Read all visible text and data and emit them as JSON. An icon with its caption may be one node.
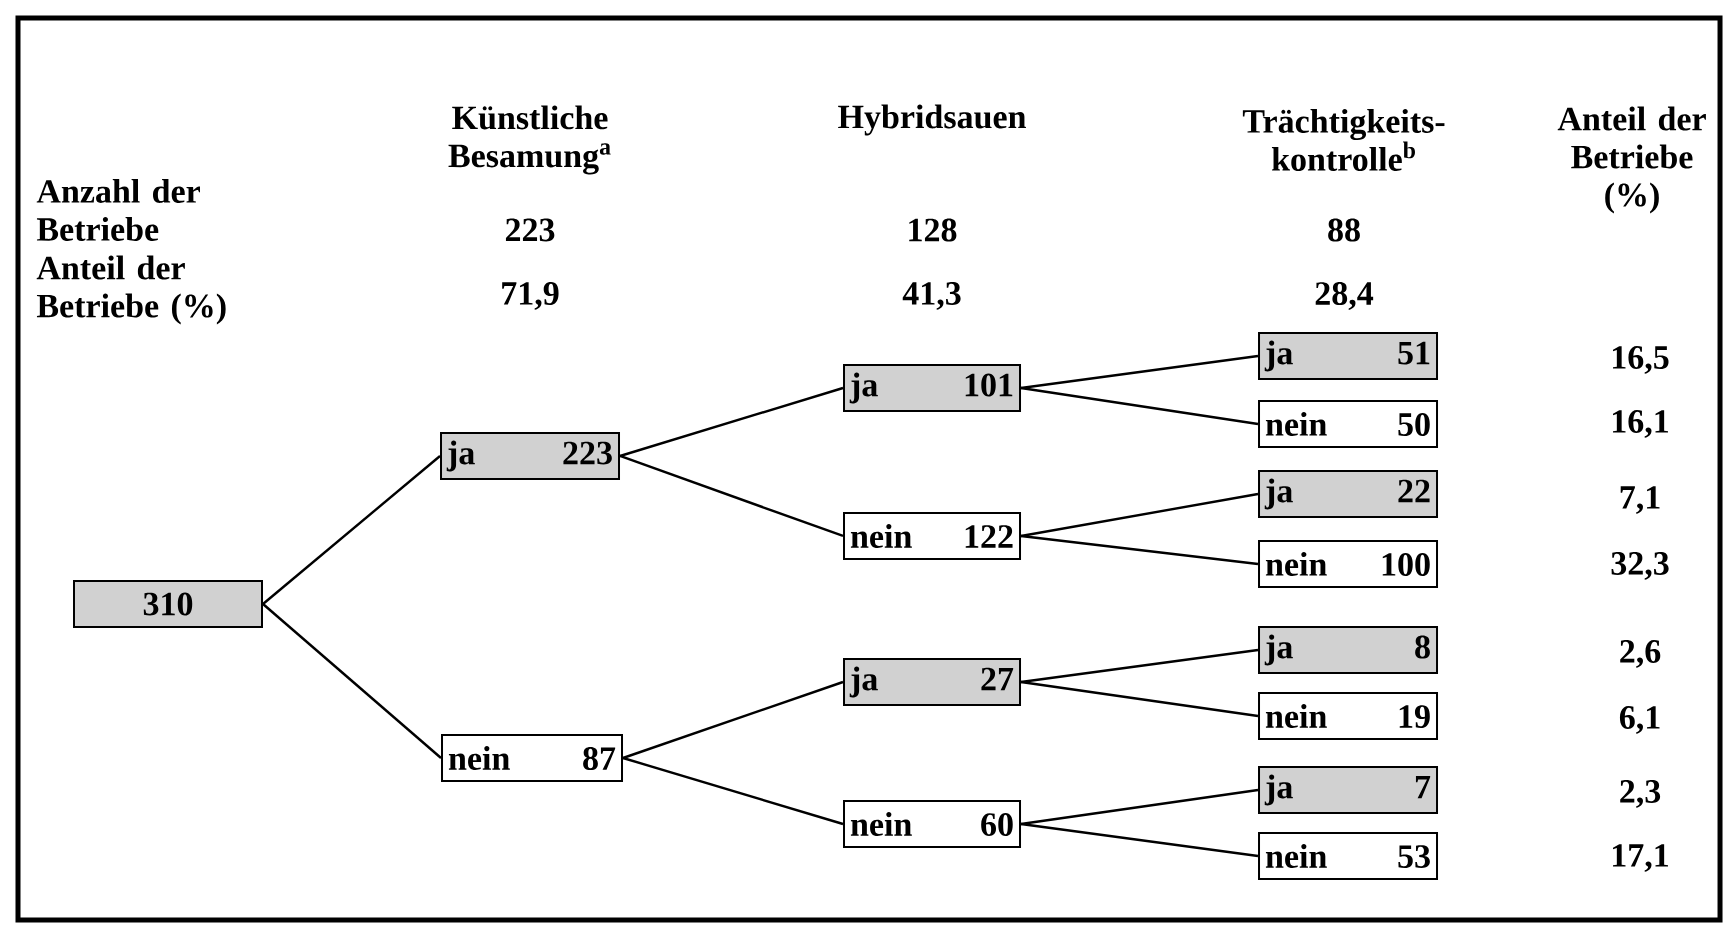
{
  "diagram": {
    "nodes": [
      {
        "text": [
          "310"
        ]
      },
      {
        "text": [
          "ja",
          "223"
        ]
      },
      {
        "text": [
          "nein",
          "87"
        ]
      },
      {
        "text": [
          "ja",
          "101"
        ]
      },
      {
        "text": [
          "nein",
          "122"
        ]
      },
      {
        "text": [
          "ja",
          "27"
        ]
      },
      {
        "text": [
          "nein",
          "60"
        ]
      },
      {
        "text": [
          "ja",
          "51"
        ]
      },
      {
        "text": [
          "nein",
          "50"
        ]
      },
      {
        "text": [
          "ja",
          "22"
        ]
      },
      {
        "text": [
          "nein",
          "100"
        ]
      },
      {
        "text": [
          "ja",
          "8"
        ]
      },
      {
        "text": [
          "nein",
          "19"
        ]
      },
      {
        "text": [
          "ja",
          "7"
        ]
      },
      {
        "text": [
          "nein",
          "53"
        ]
      }
    ],
    "edges": [
      {
        "from": 0,
        "to": 1,
        "arrow": "none"
      },
      {
        "from": 0,
        "to": 2,
        "arrow": "none"
      },
      {
        "from": 1,
        "to": 3,
        "arrow": "none"
      },
      {
        "from": 1,
        "to": 4,
        "arrow": "none"
      },
      {
        "from": 2,
        "to": 5,
        "arrow": "none"
      },
      {
        "from": 2,
        "to": 6,
        "arrow": "none"
      },
      {
        "from": 3,
        "to": 7,
        "arrow": "none"
      },
      {
        "from": 3,
        "to": 8,
        "arrow": "none"
      },
      {
        "from": 4,
        "to": 9,
        "arrow": "none"
      },
      {
        "from": 4,
        "to": 10,
        "arrow": "none"
      },
      {
        "from": 5,
        "to": 11,
        "arrow": "none"
      },
      {
        "from": 5,
        "to": 12,
        "arrow": "none"
      },
      {
        "from": 6,
        "to": 13,
        "arrow": "none"
      },
      {
        "from": 6,
        "to": 14,
        "arrow": "none"
      }
    ],
    "labels": [
      "Künstliche Besamung$^{a}$",
      "Hybridsauen",
      "Trächtigkeits- kontrolle$^{b}$",
      "Anteil der Betriebe (%)",
      "Anzahl der Betriebe",
      "223",
      "128",
      "88",
      "Anteil der Betriebe (%)",
      "71,9",
      "41,3",
      "28,4",
      "16,5",
      "16,1",
      "7,1",
      "32,3",
      "2,6",
      "6,1",
      "2,3",
      "17,1"
    ]
  }
}
